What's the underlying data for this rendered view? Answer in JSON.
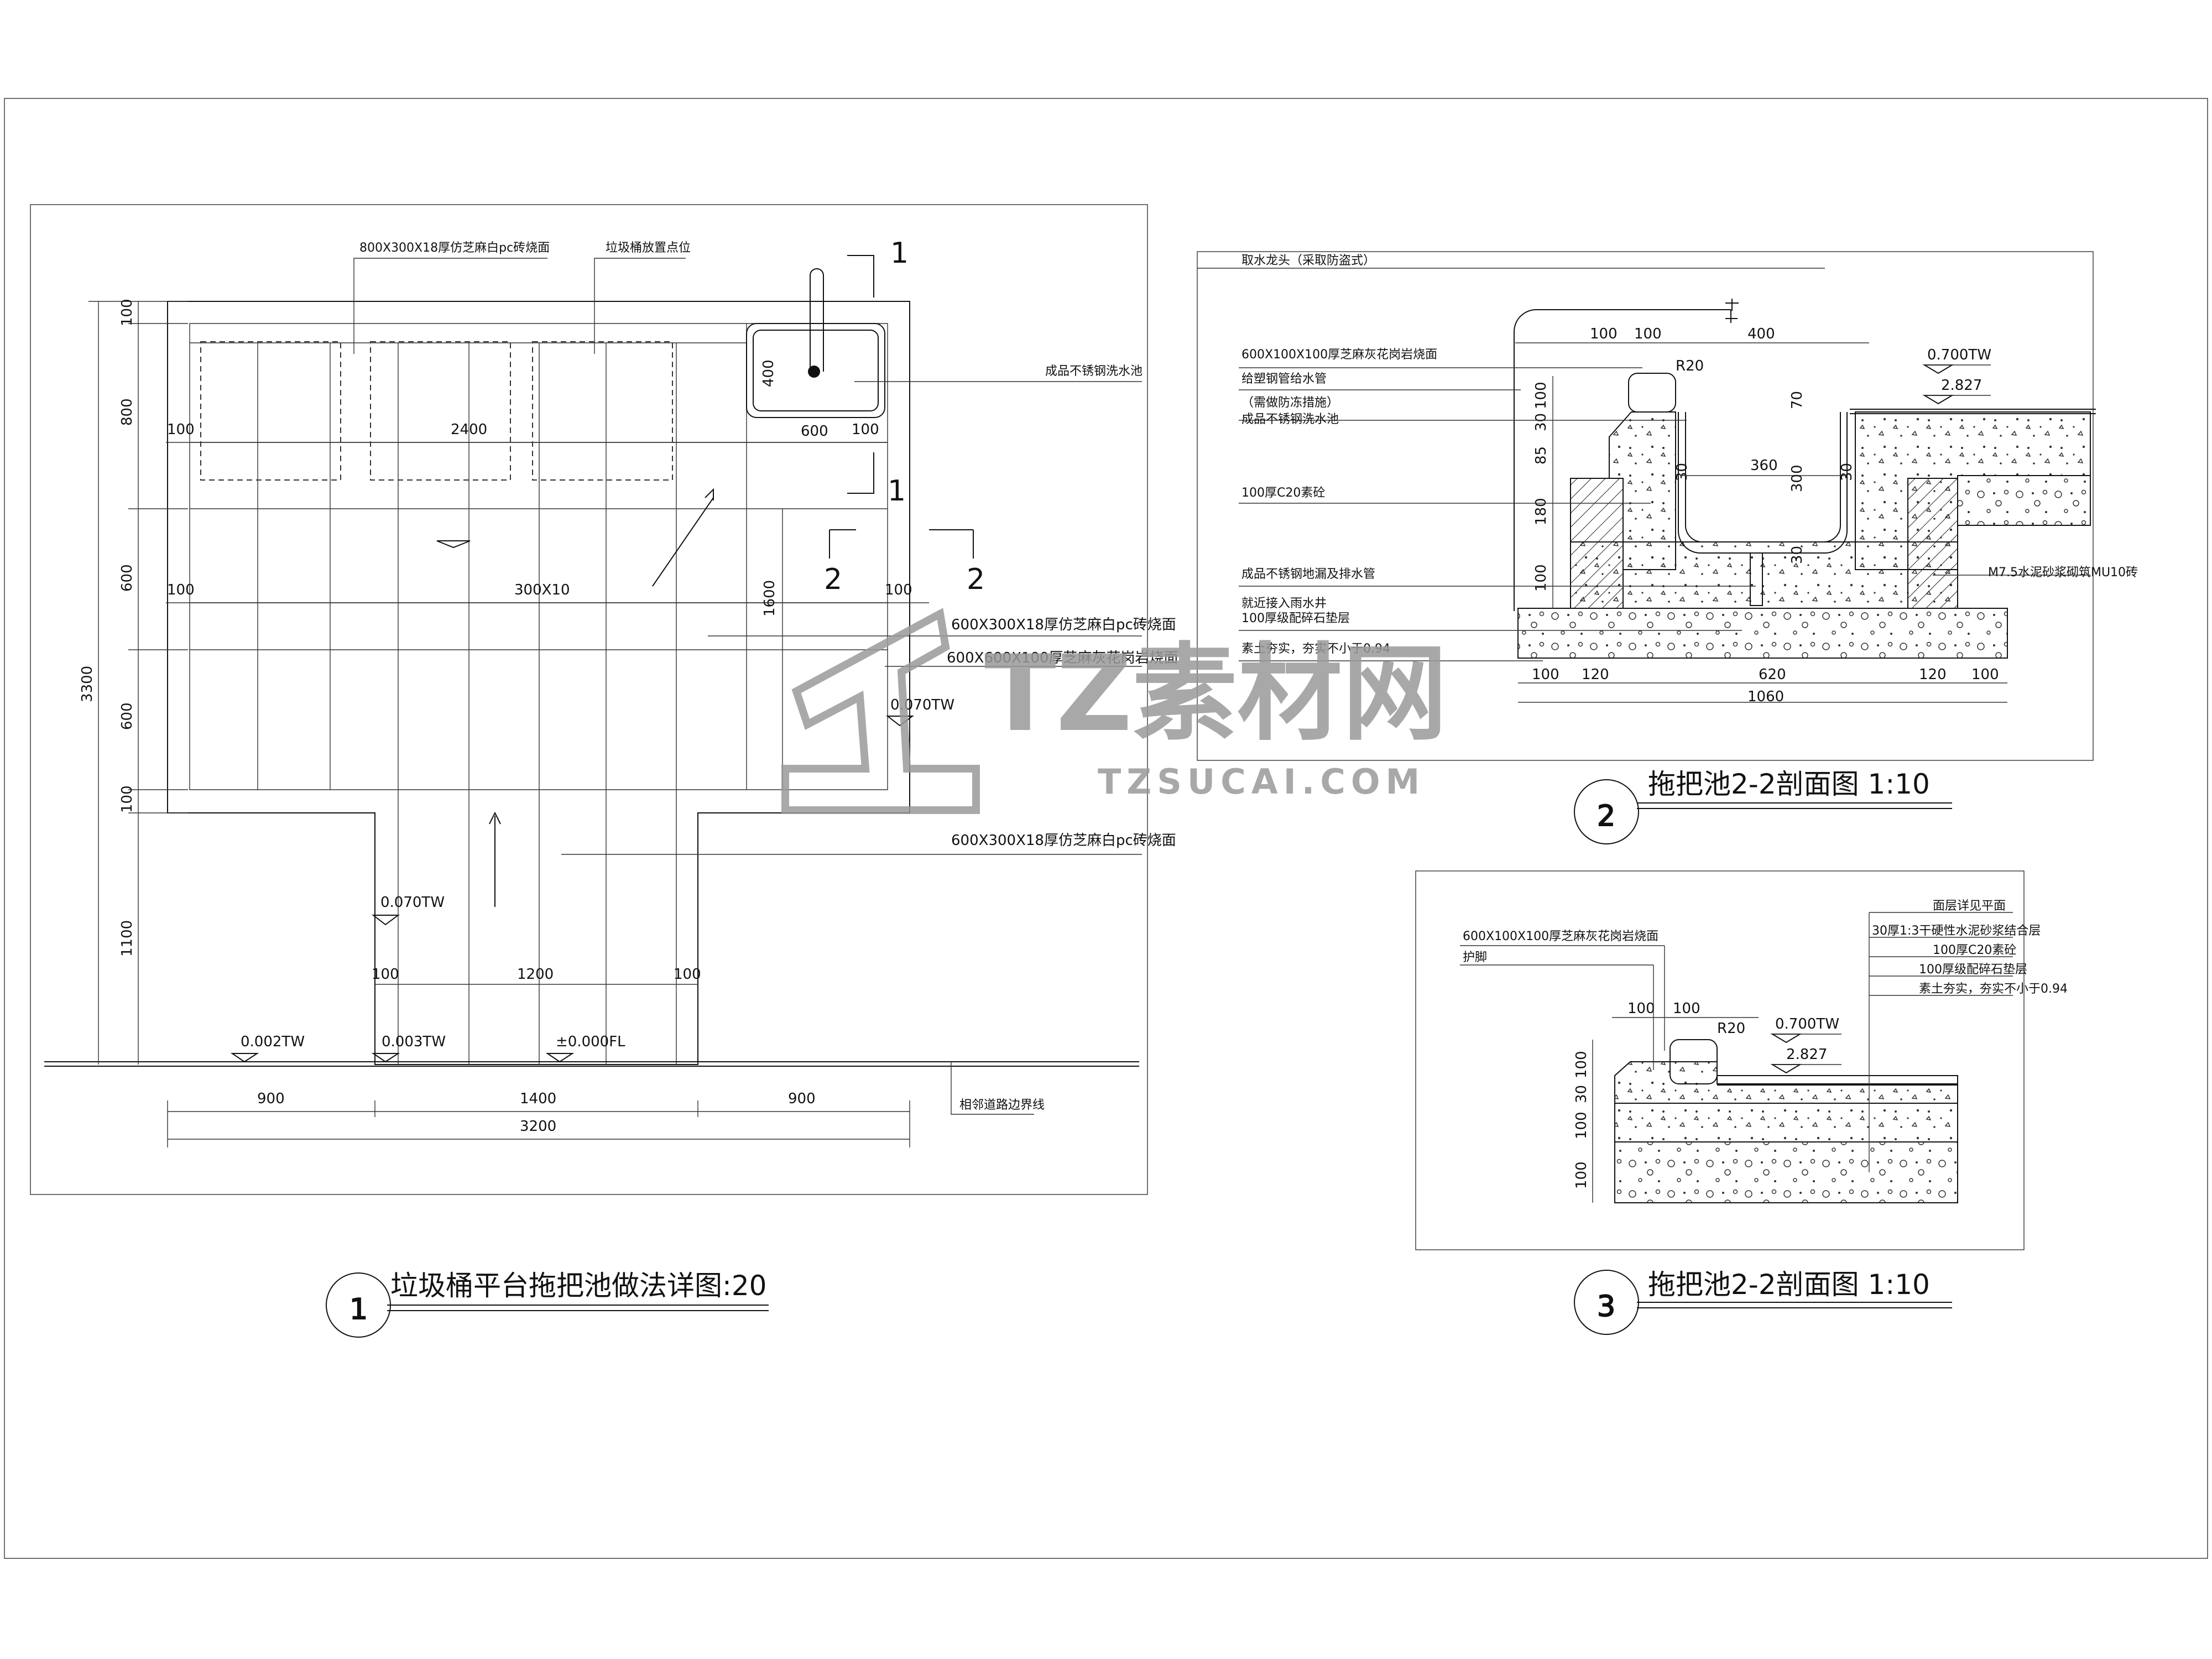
{
  "plan": {
    "title": "垃圾桶平台拖把池做法详图:20",
    "callouts": [
      "800X300X18厚仿芝麻白pc砖烧面",
      "垃圾桶放置点位",
      "成品不锈钢洗水池",
      "600X300X18厚仿芝麻白pc砖烧面",
      "600X600X100厚芝麻灰花岗岩烧面",
      "600X300X18厚仿芝麻白pc砖烧面",
      "相邻道路边界线"
    ],
    "dims_vertical": [
      "100",
      "800",
      "600",
      "600",
      "100",
      "1100",
      "3300"
    ],
    "dims_inner": [
      "100",
      "2400",
      "100",
      "300X10",
      "100",
      "1600",
      "100",
      "400",
      "600",
      "100",
      "1200",
      "100"
    ],
    "dims_bottom": [
      "900",
      "1400",
      "900",
      "3200"
    ],
    "levels": [
      "0.070TW",
      "0.070TW",
      "0.002TW",
      "0.003TW",
      "±0.000FL"
    ],
    "section_marks": [
      "1",
      "1",
      "2",
      "2"
    ]
  },
  "sec2": {
    "title": "拖把池2-2剖面图 1:10",
    "callouts": [
      "取水龙头（采取防盗式）",
      "600X100X100厚芝麻灰花岗岩烧面",
      "给塑钢管给水管",
      "（需做防冻措施）",
      "成品不锈钢洗水池",
      "100厚C20素砼",
      "成品不锈钢地漏及排水管",
      "就近接入雨水井",
      "100厚级配碎石垫层",
      "素土夯实，夯实不小于0.94",
      "M7.5水泥砂浆砌筑MU10砖"
    ],
    "dims": [
      "100",
      "100",
      "400",
      "R20",
      "0.700TW",
      "2.827",
      "70",
      "100",
      "30",
      "85",
      "30",
      "360",
      "300",
      "30",
      "180",
      "100",
      "30",
      "100",
      "120",
      "620",
      "120",
      "100",
      "1060"
    ]
  },
  "sec3": {
    "title": "拖把池2-2剖面图 1:10",
    "callouts": [
      "600X100X100厚芝麻灰花岗岩烧面",
      "护脚",
      "面层详见平面",
      "30厚1:3干硬性水泥砂浆结合层",
      "100厚C20素砼",
      "100厚级配碎石垫层",
      "素土夯实，夯实不小于0.94"
    ],
    "dims": [
      "100",
      "100",
      "R20",
      "0.700TW",
      "2.827",
      "100",
      "30",
      "100",
      "100"
    ]
  },
  "circle_numbers": [
    "1",
    "2",
    "3"
  ],
  "watermark": {
    "main": "TZ素材网",
    "sub": "TZSUCAI.COM"
  }
}
